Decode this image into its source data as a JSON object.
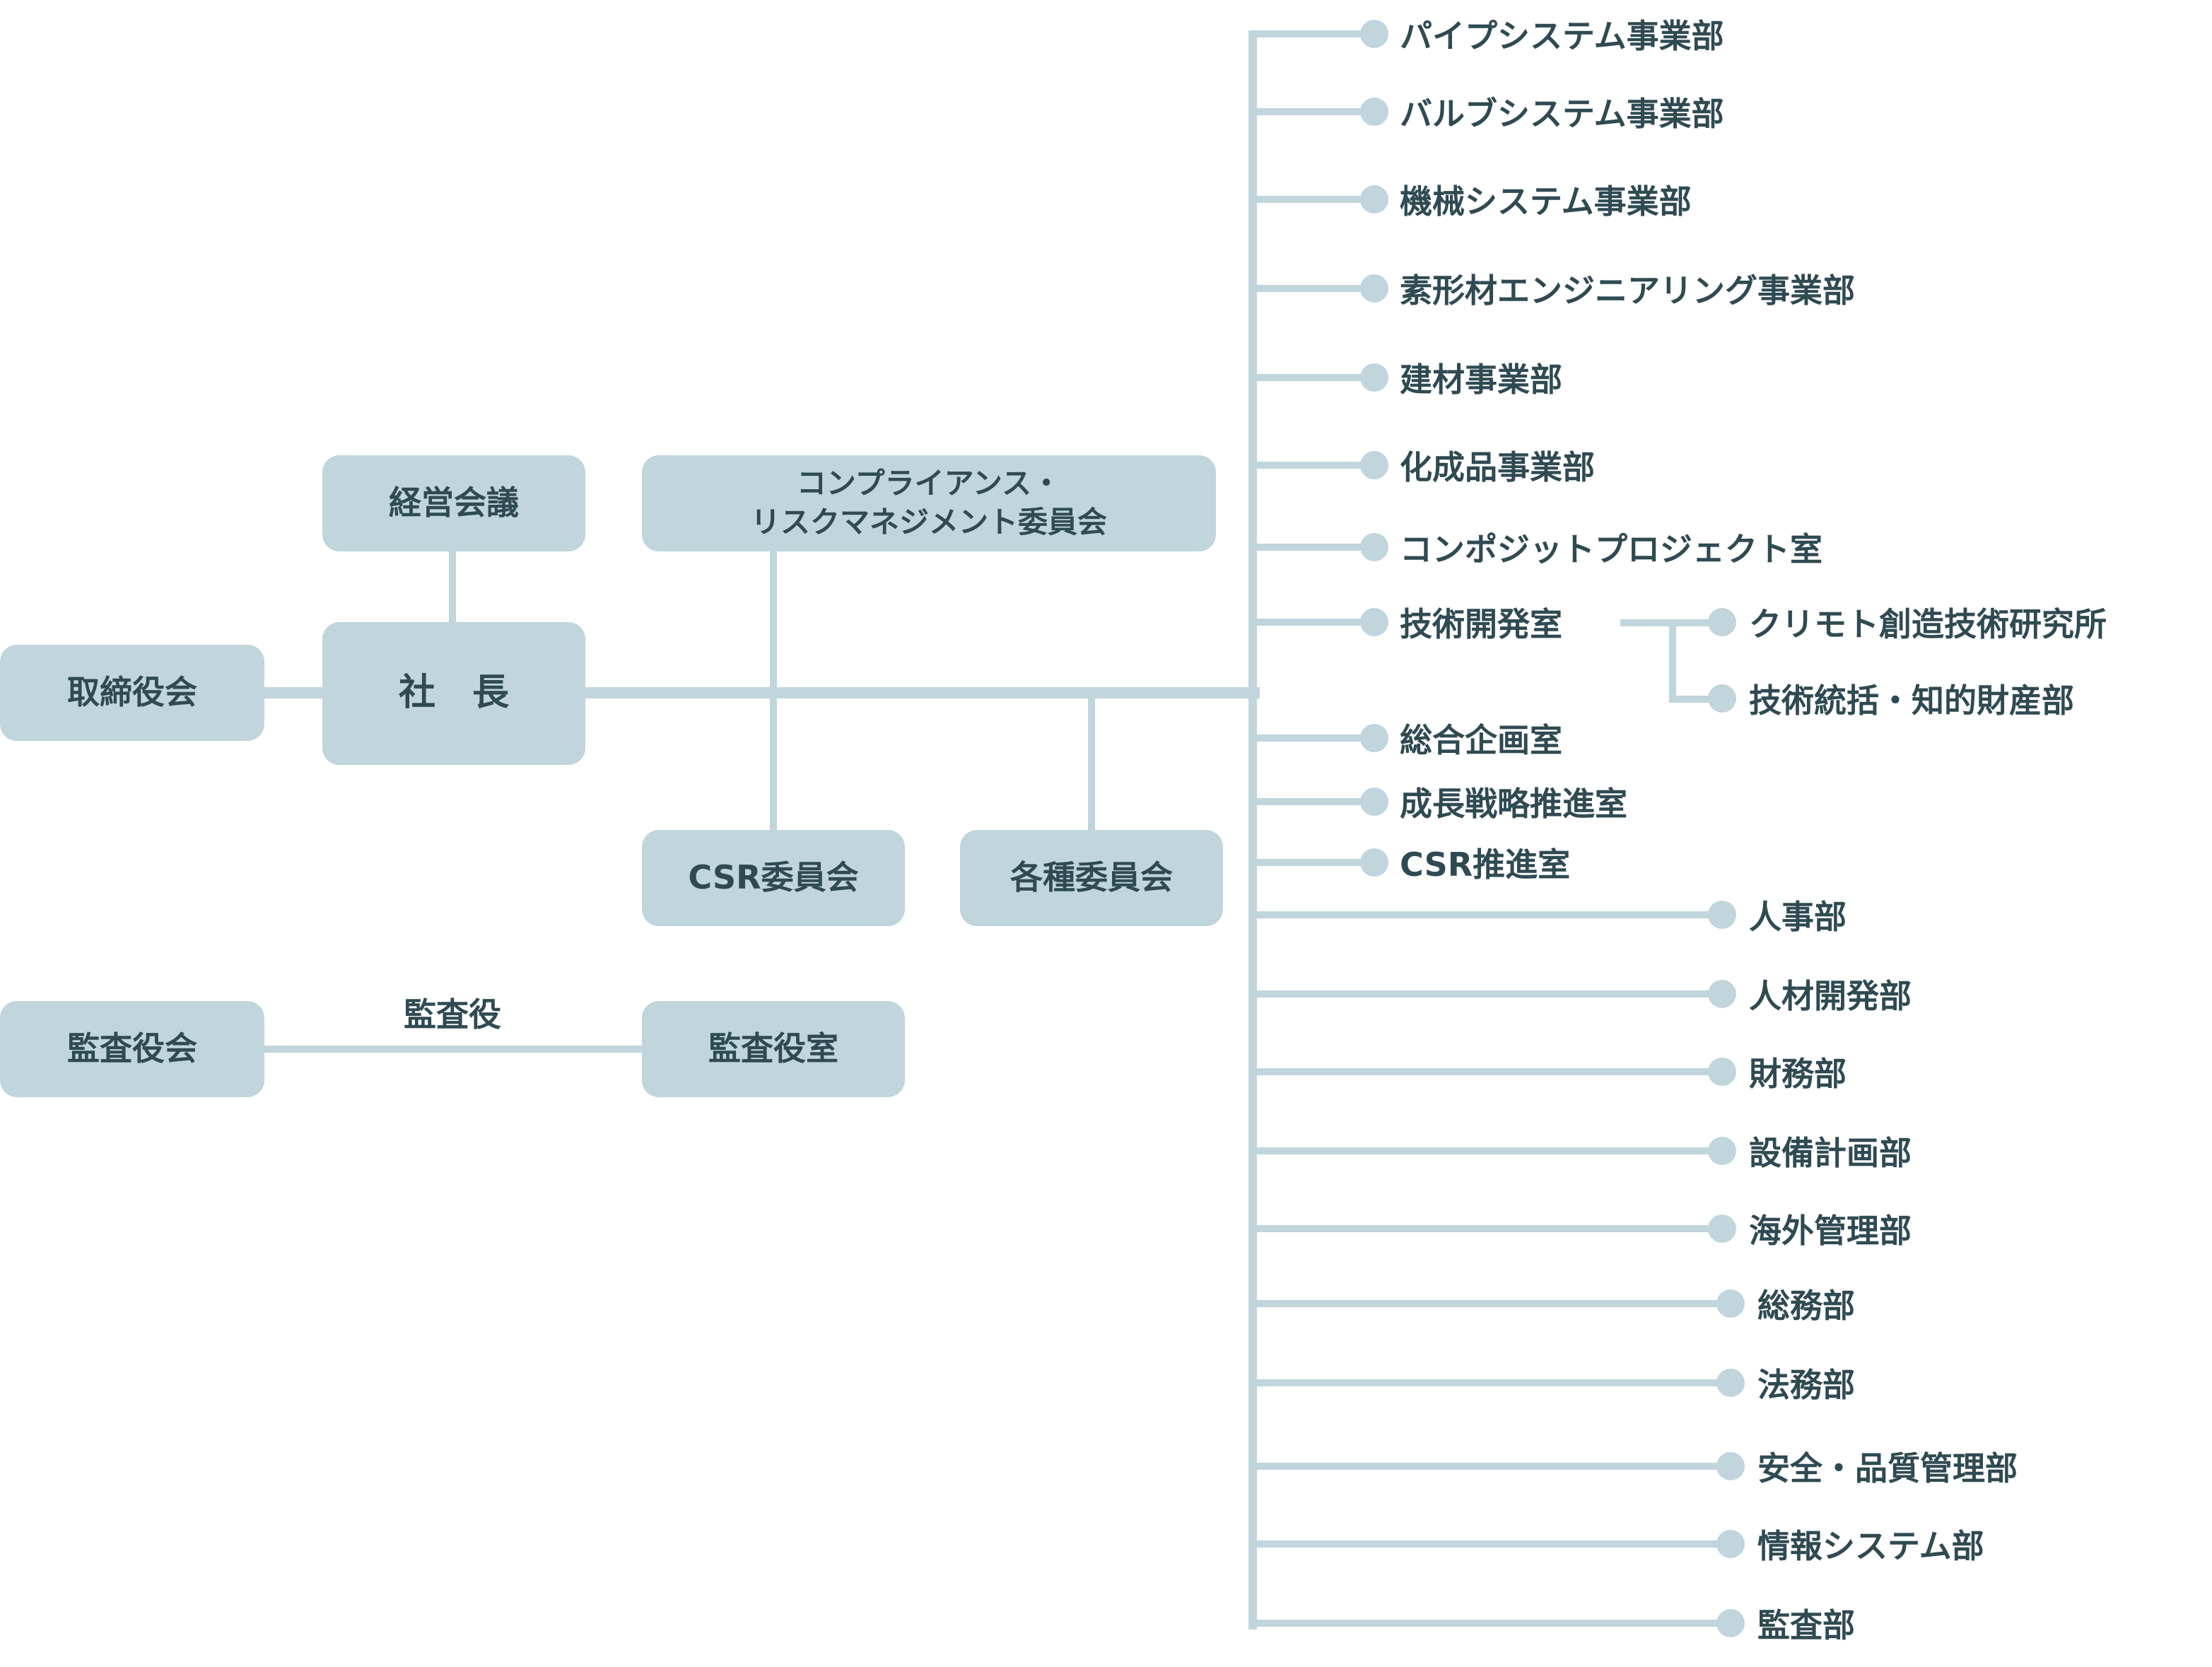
{
  "boxes": {
    "management_meeting": "経営会議",
    "compliance_committee": "コンプライアンス・\nリスクマネジメント委員会",
    "board_of_directors": "取締役会",
    "president": "社　長",
    "csr_committee": "CSR委員会",
    "various_committees": "各種委員会",
    "audit_board": "監査役会",
    "auditor_office": "監査役室"
  },
  "auditor_label": "監査役",
  "divisions_group1": [
    "パイプシステム事業部",
    "バルブシステム事業部",
    "機械システム事業部",
    "素形材エンジニアリング事業部",
    "建材事業部",
    "化成品事業部",
    "コンポジットプロジェクト室",
    "技術開発室",
    "総合企画室",
    "成長戦略推進室",
    "CSR推進室"
  ],
  "tech_dev_children": [
    "クリモト創造技術研究所",
    "技術統括・知的財産部"
  ],
  "divisions_group2": [
    "人事部",
    "人材開発部",
    "財務部",
    "設備計画部",
    "海外管理部",
    "総務部",
    "法務部",
    "安全・品質管理部",
    "情報システム部",
    "監査部"
  ],
  "colors": {
    "line": "#c0d5dc",
    "text": "#2f4a52"
  }
}
